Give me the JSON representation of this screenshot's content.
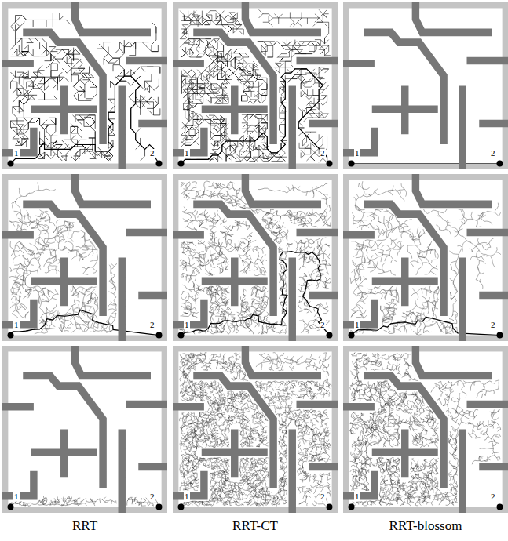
{
  "diagram": {
    "labels": [
      "1",
      "2",
      "1",
      "2",
      "1",
      "2",
      "1",
      "2",
      "1",
      "2",
      "1",
      "2",
      "1",
      "2",
      "1",
      "2",
      "1",
      "2",
      "RRT",
      "RRT-CT",
      "RRT-blossom"
    ]
  }
}
